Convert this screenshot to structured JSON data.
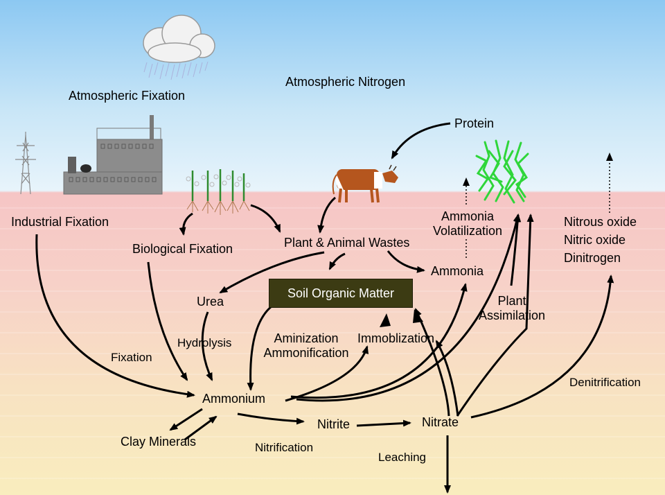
{
  "labels": {
    "atmospheric_fixation": "Atmospheric Fixation",
    "atmospheric_nitrogen": "Atmospheric Nitrogen",
    "protein": "Protein",
    "industrial_fixation": "Industrial Fixation",
    "biological_fixation": "Biological Fixation",
    "plant_animal_wastes": "Plant & Animal Wastes",
    "ammonia_volatilization_line1": "Ammonia",
    "ammonia_volatilization_line2": "Volatilization",
    "nitrous_oxide": "Nitrous oxide",
    "nitric_oxide": "Nitric oxide",
    "dinitrogen": "Dinitrogen",
    "ammonia": "Ammonia",
    "soil_organic_matter": "Soil Organic Matter",
    "urea": "Urea",
    "plant_assimilation_line1": "Plant",
    "plant_assimilation_line2": "Assimilation",
    "hydrolysis": "Hydrolysis",
    "amminization": "Aminization",
    "ammonification": "Ammonification",
    "immobilization": "Immoblization",
    "fixation": "Fixation",
    "denitrification": "Denitrification",
    "ammonium": "Ammonium",
    "nitrite": "Nitrite",
    "nitrate": "Nitrate",
    "clay_minerals": "Clay Minerals",
    "nitrification": "Nitrification",
    "leaching": "Leaching"
  },
  "colors": {
    "sky_top": "#8cc8f2",
    "soil_top": "#f6c5c5",
    "soil_bottom": "#f9edbe",
    "factory_gray": "#8a8a8a",
    "cow_brown": "#b5561e",
    "plant_green": "#2fd63a",
    "soil_organic_matter_box": "#3c3b13"
  }
}
